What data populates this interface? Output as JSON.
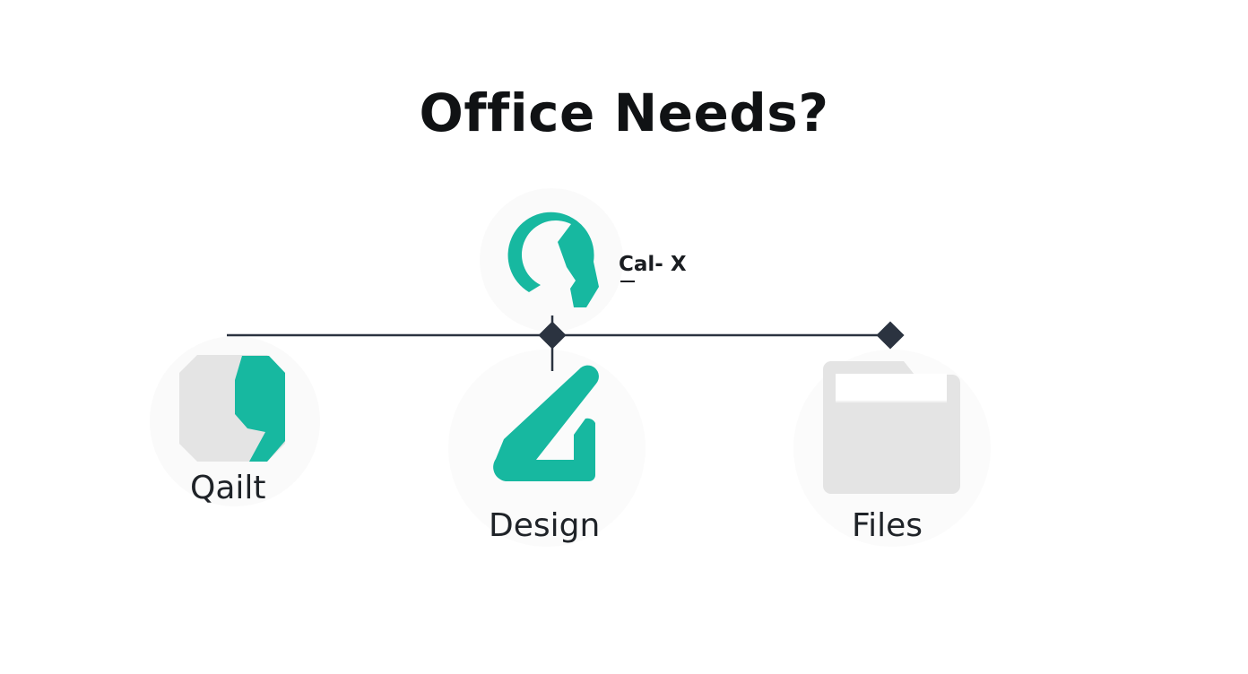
{
  "title": "Office Needs?",
  "nodes": {
    "call": {
      "label": "Cal- X",
      "icon": "phone-bubble-icon"
    },
    "qailt": {
      "label": "Qailt",
      "icon": "chat-bubble-icon"
    },
    "design": {
      "label": "Design",
      "icon": "ruler-triangle-icon"
    },
    "files": {
      "label": "Files",
      "icon": "folder-icon"
    }
  },
  "colors": {
    "accent": "#17b8a0",
    "line": "#2b3340",
    "icon_gray": "#e4e4e4",
    "text": "#1f2328"
  }
}
